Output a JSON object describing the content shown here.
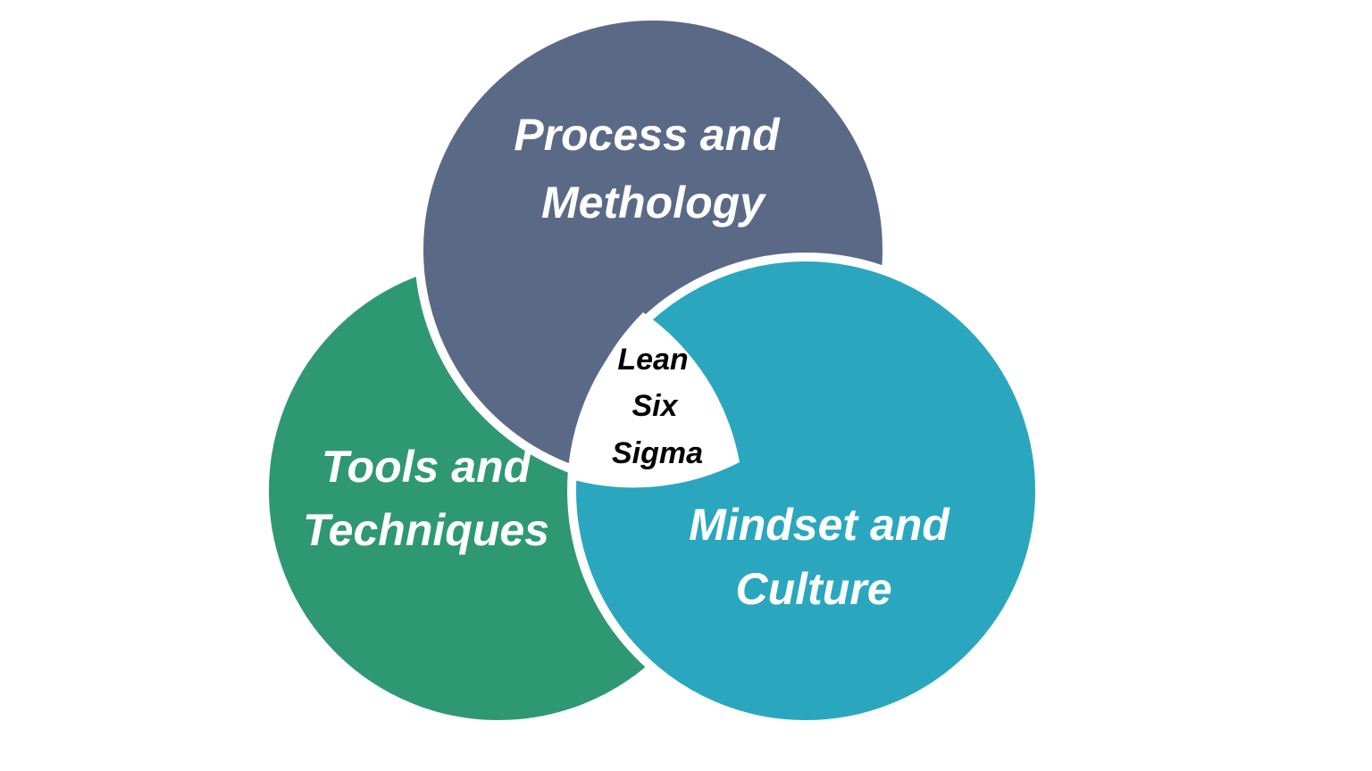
{
  "diagram": {
    "center": {
      "line1": "Lean",
      "line2": "Six",
      "line3": "Sigma"
    },
    "top_circle": {
      "line1": "Process and",
      "line2": "Methology",
      "color": "#5a6986"
    },
    "left_circle": {
      "line1": "Tools and",
      "line2": "Techniques",
      "color": "#2e9872"
    },
    "right_circle": {
      "line1": "Mindset and",
      "line2": "Culture",
      "color": "#2aa7bf"
    },
    "separator_color": "#ffffff"
  }
}
